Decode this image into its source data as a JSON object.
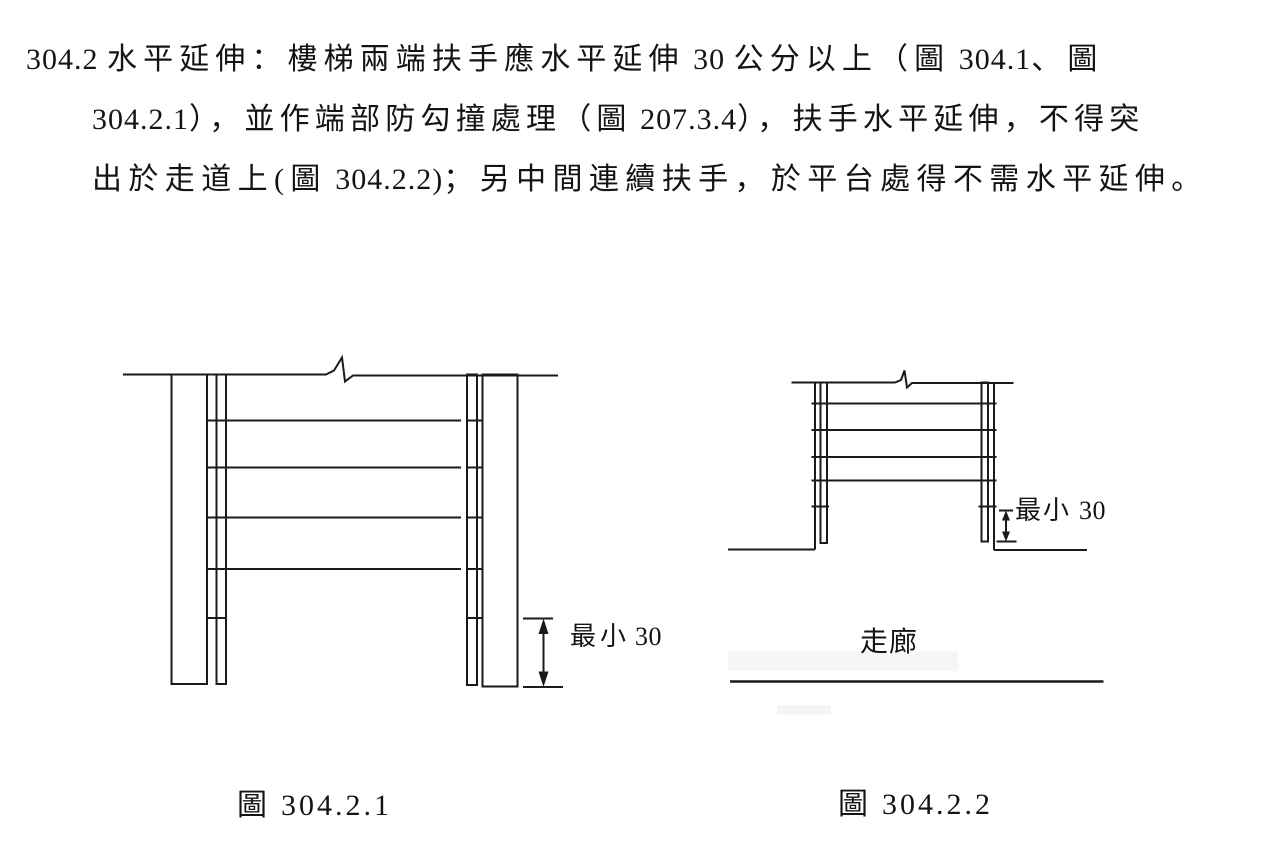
{
  "paragraph": {
    "lines": [
      {
        "runs": [
          {
            "t": "304.2 "
          },
          {
            "t": "水平延伸：樓梯兩端扶手應水平延伸"
          },
          {
            "t": " 30 "
          },
          {
            "t": "公分以上（圖"
          },
          {
            "t": " 304.1"
          },
          {
            "t": "、圖"
          }
        ]
      },
      {
        "runs": [
          {
            "t": "304.2.1"
          },
          {
            "t": "），並作端部防勾撞處理（圖"
          },
          {
            "t": " 207.3.4"
          },
          {
            "t": "），扶手水平延伸，不得突"
          }
        ]
      },
      {
        "runs": [
          {
            "t": "出於走道上(圖"
          },
          {
            "t": " 304.2.2)"
          },
          {
            "t": "；另中間連續扶手，於平台處得不需水平延伸。"
          }
        ]
      }
    ]
  },
  "figure1": {
    "dimension_label": {
      "text": "最小",
      "value": "30"
    },
    "caption": {
      "prefix": "圖",
      "number": "304.2.1"
    }
  },
  "figure2": {
    "dimension_label": {
      "text": "最小",
      "value": "30"
    },
    "corridor_label": "走廊",
    "caption": {
      "prefix": "圖",
      "number": "304.2.2"
    }
  },
  "colors": {
    "line": "#1a1a1a",
    "text": "#141414"
  }
}
